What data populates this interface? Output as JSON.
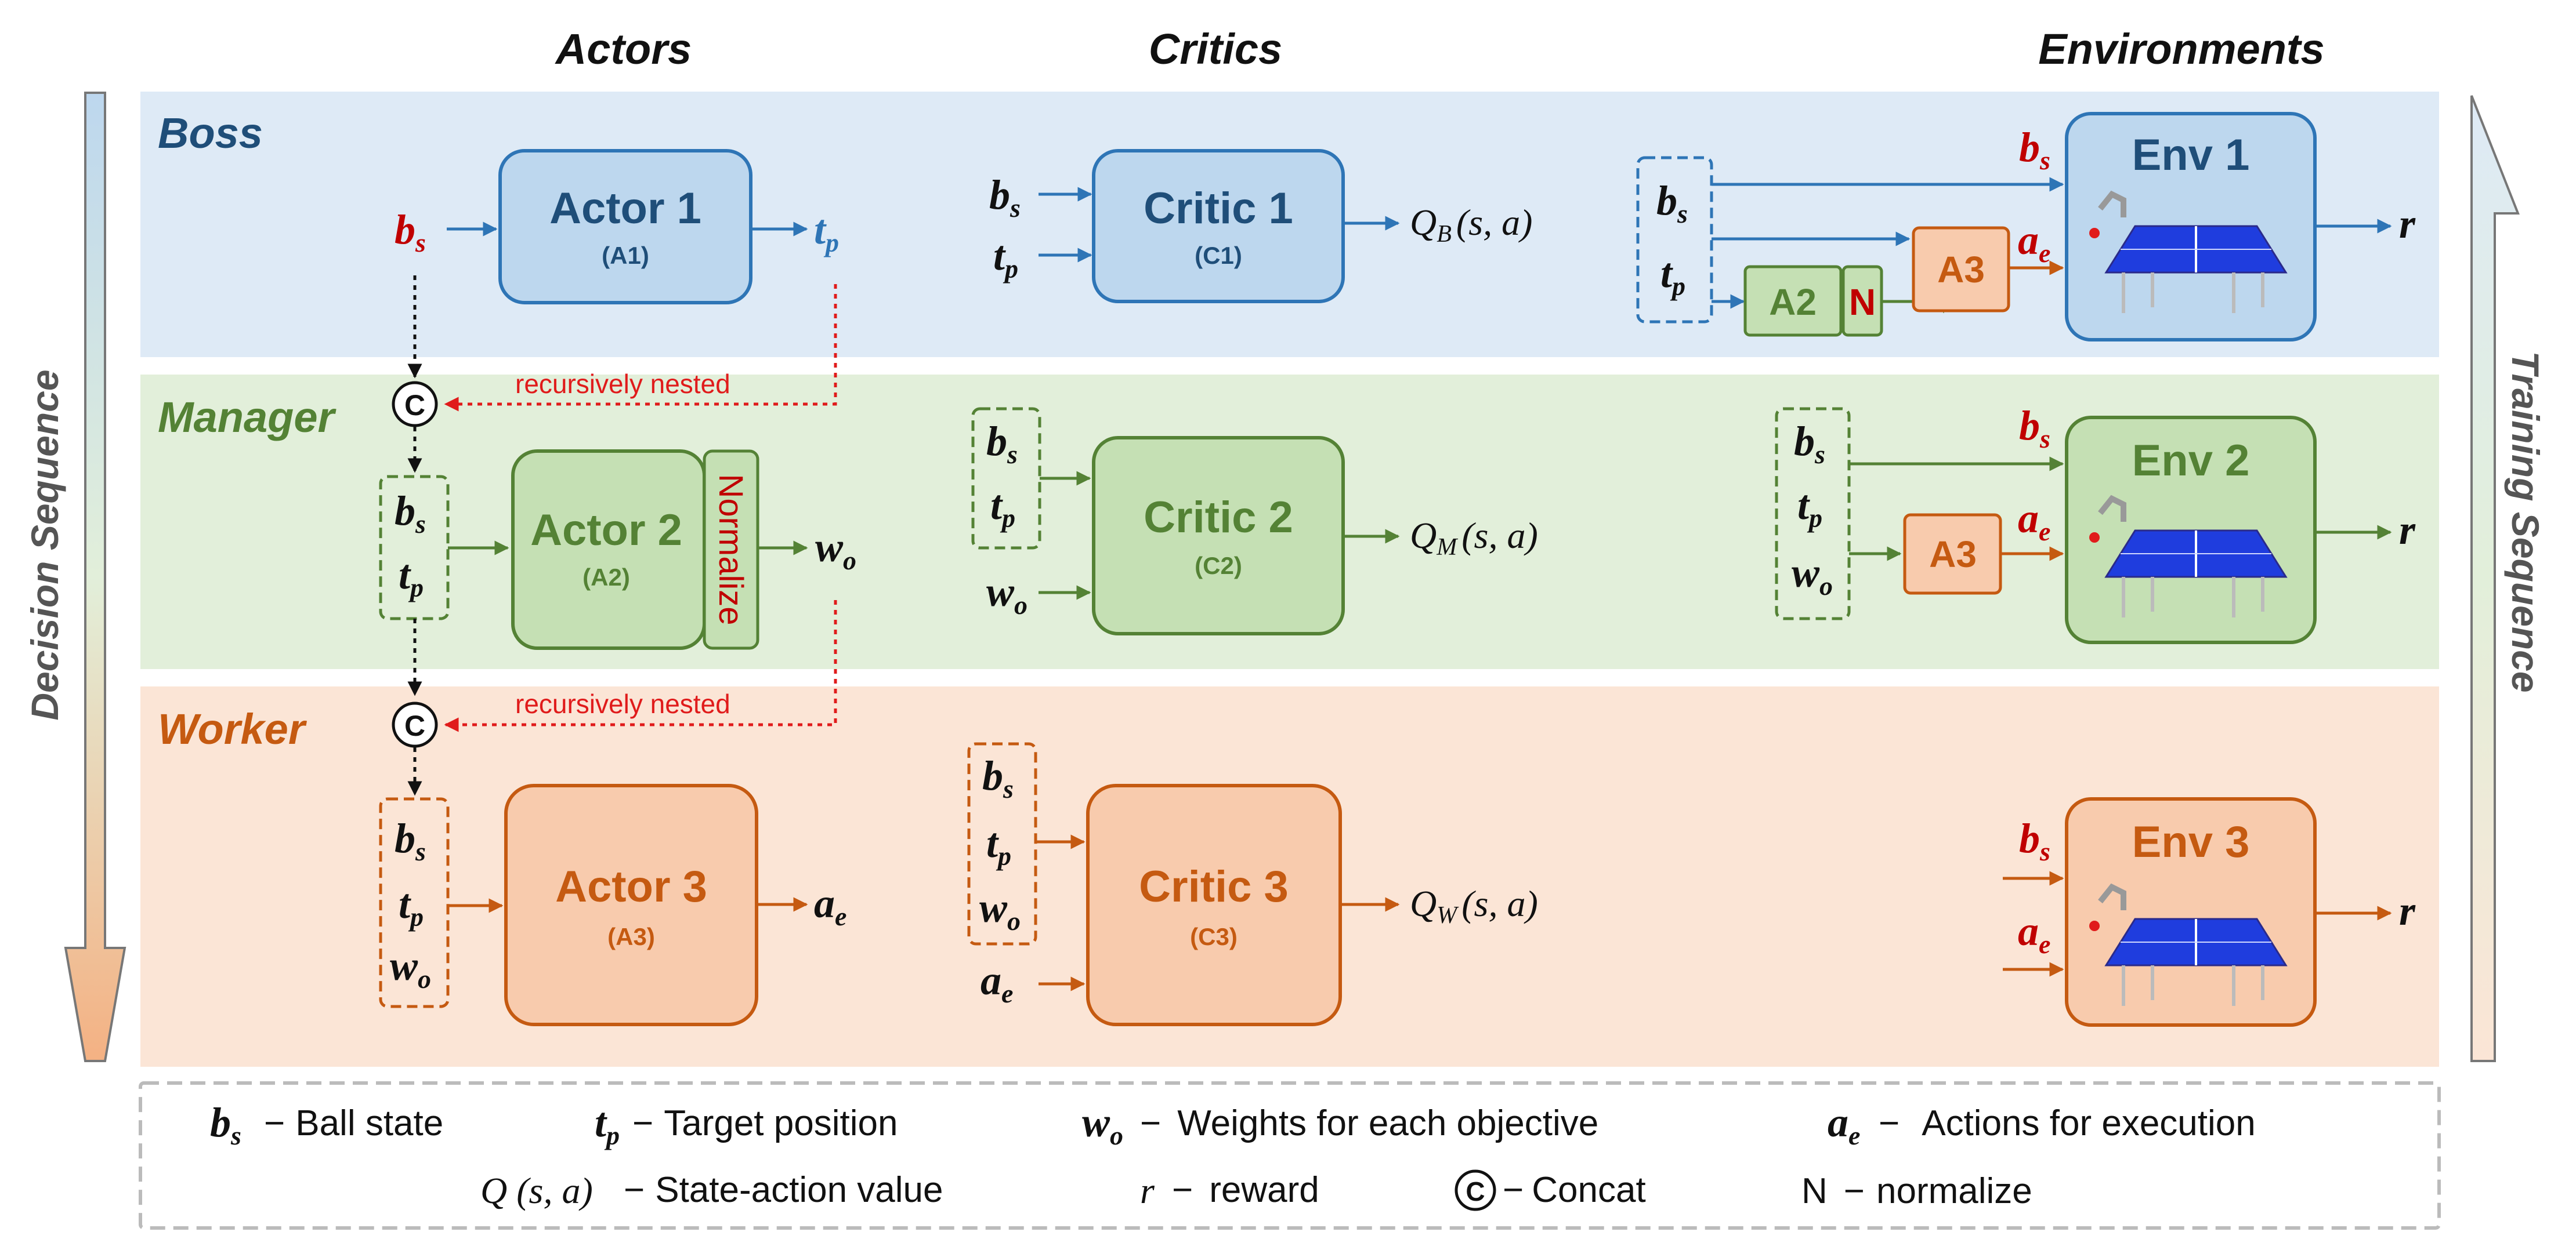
{
  "columns": {
    "actors": "Actors",
    "critics": "Critics",
    "environments": "Environments"
  },
  "side_labels": {
    "left": "Decision Sequence",
    "right": "Training Sequence"
  },
  "bands": {
    "boss": "Boss",
    "manager": "Manager",
    "worker": "Worker"
  },
  "actors": [
    {
      "title": "Actor 1",
      "code": "(A1)"
    },
    {
      "title": "Actor 2",
      "code": "(A2)"
    },
    {
      "title": "Actor 3",
      "code": "(A3)"
    }
  ],
  "critics": [
    {
      "title": "Critic 1",
      "code": "(C1)"
    },
    {
      "title": "Critic 2",
      "code": "(C2)"
    },
    {
      "title": "Critic 3",
      "code": "(C3)"
    }
  ],
  "envs": [
    "Env 1",
    "Env 2",
    "Env 3"
  ],
  "normalize_label": "Normalize",
  "nested_label": "recursively nested",
  "concat_symbol": "C",
  "small_boxes": {
    "a2": "A2",
    "n": "N",
    "a3": "A3"
  },
  "vars": {
    "b": "b",
    "b_sub": "s",
    "t": "t",
    "t_sub": "p",
    "w": "w",
    "w_sub": "o",
    "a": "a",
    "a_sub": "e",
    "r": "r"
  },
  "q_values": {
    "prefix": "Q",
    "boss_sub": "B",
    "manager_sub": "M",
    "worker_sub": "W",
    "args": "(s, a)"
  },
  "legend": {
    "dash": "−",
    "bs": "Ball state",
    "tp": "Target position",
    "wo": "Weights for each objective",
    "ae": "Actions for execution",
    "q_symbol": "Q (s, a)",
    "q": "State-action value",
    "r": "reward",
    "concat": "Concat",
    "n_symbol": "N",
    "n": "normalize"
  },
  "colors": {
    "boss_bg": "#deeaf6",
    "manager_bg": "#e2efda",
    "worker_bg": "#fbe5d6",
    "boss_fill": "#bdd7ee",
    "boss_stroke": "#2e75b6",
    "boss_text": "#1f4e79",
    "manager_fill": "#c5e0b4",
    "manager_stroke": "#548235",
    "manager_text": "#548235",
    "worker_fill": "#f8cbad",
    "worker_stroke": "#c55a11",
    "worker_text": "#c55a11",
    "red": "#c00000",
    "nested_red": "#e01b1b"
  }
}
